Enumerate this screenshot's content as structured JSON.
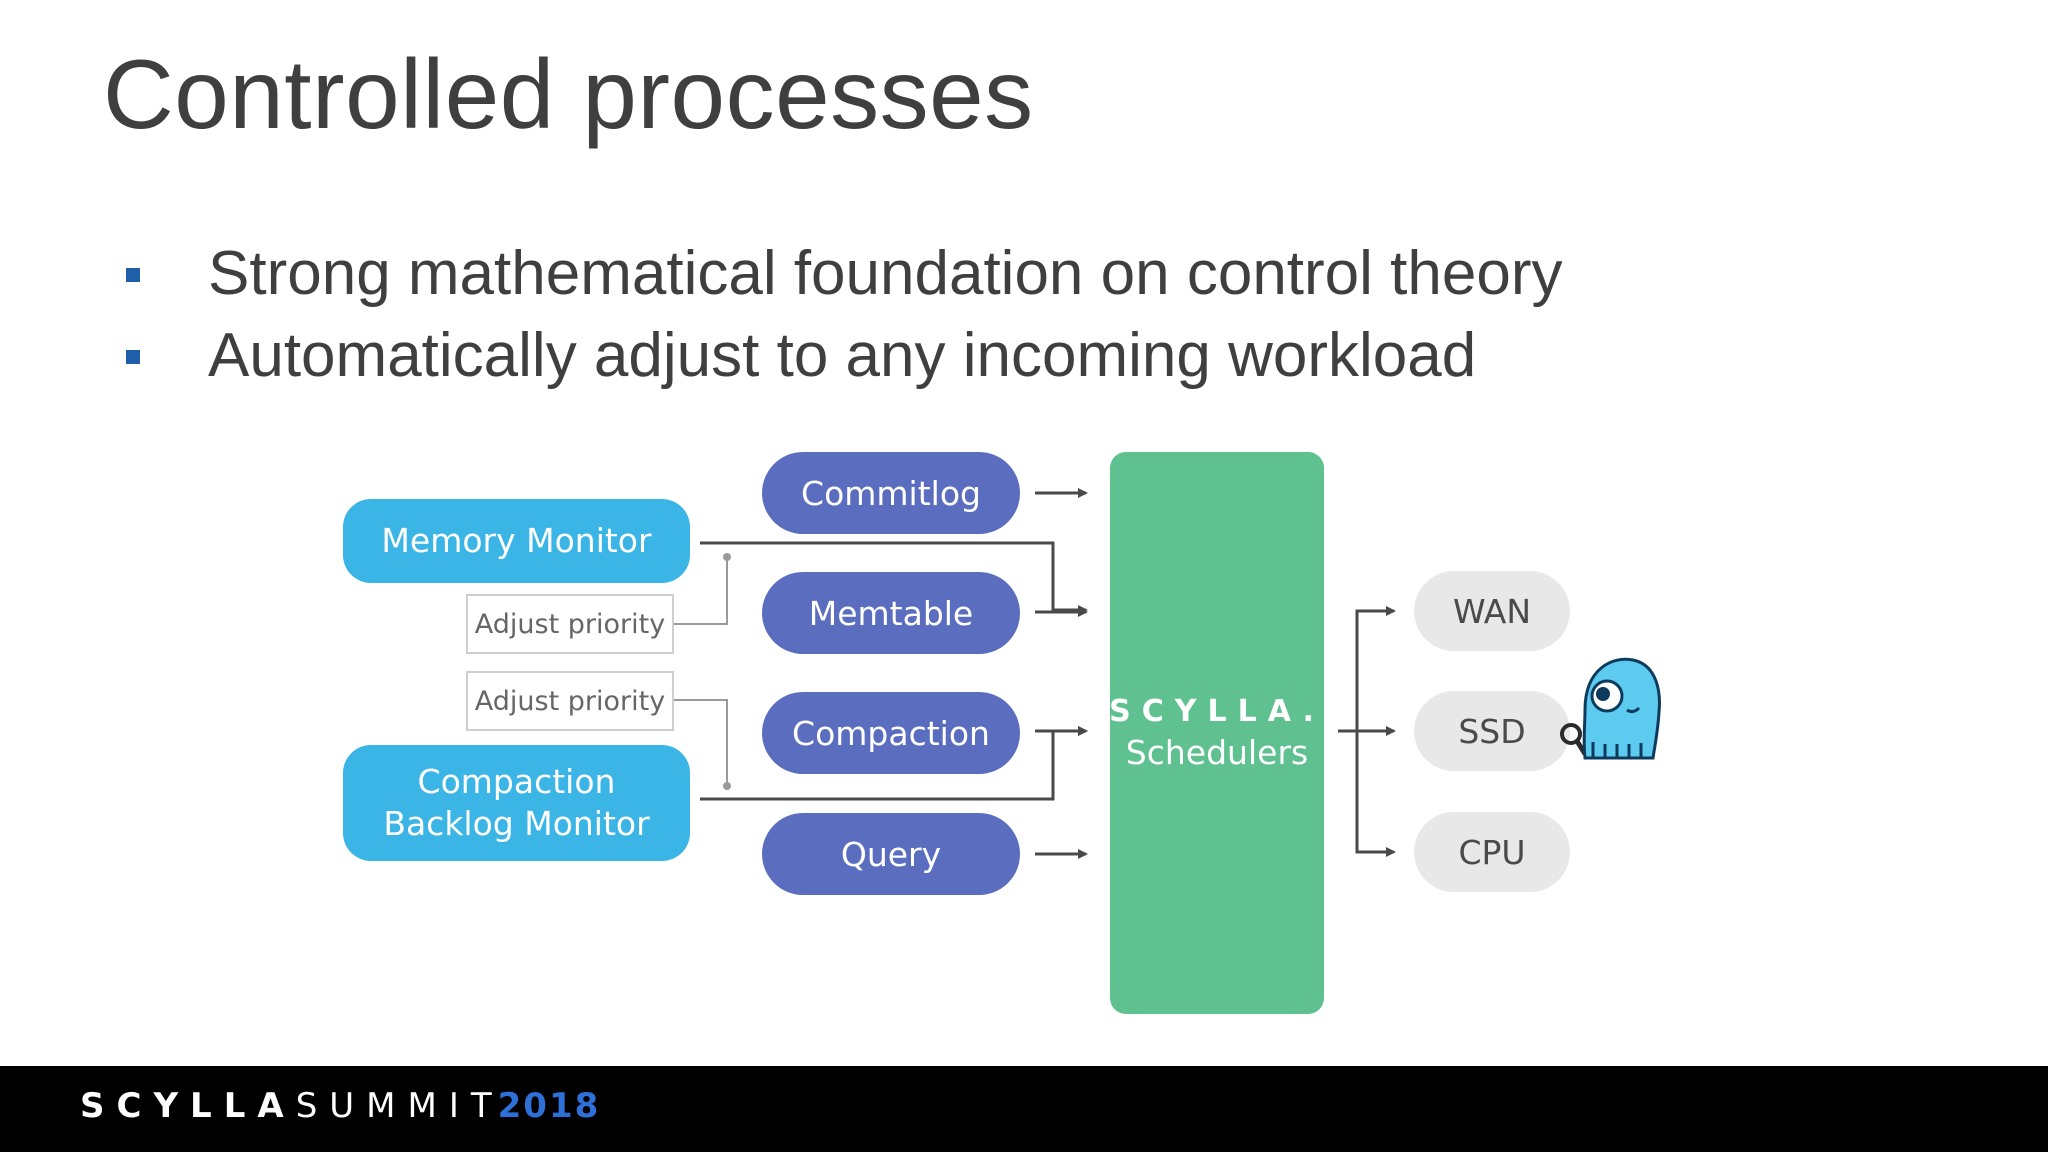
{
  "title": "Controlled processes",
  "bullets": [
    "Strong mathematical foundation on control theory",
    "Automatically adjust to any incoming workload"
  ],
  "diagram": {
    "monitors": [
      "Memory Monitor",
      "Compaction Backlog Monitor"
    ],
    "adjust_labels": [
      "Adjust priority",
      "Adjust priority"
    ],
    "processes": [
      "Commitlog",
      "Memtable",
      "Compaction",
      "Query"
    ],
    "scheduler": {
      "logo": "SCYLLA.",
      "label": "Schedulers"
    },
    "resources": [
      "WAN",
      "SSD",
      "CPU"
    ]
  },
  "footer": {
    "brand_bold": "SCYLLA",
    "brand_light": "SUMMIT",
    "year": "2018"
  },
  "colors": {
    "monitor": "#3bb5e5",
    "process": "#5b6dbf",
    "scheduler": "#5ec18f",
    "resource": "#e8e8e8",
    "bullet": "#1f5ea8",
    "footer_bg": "#000000",
    "year": "#2e6fd8"
  },
  "icons": [
    "scylla-octopus-mascot",
    "magnifier-icon"
  ]
}
